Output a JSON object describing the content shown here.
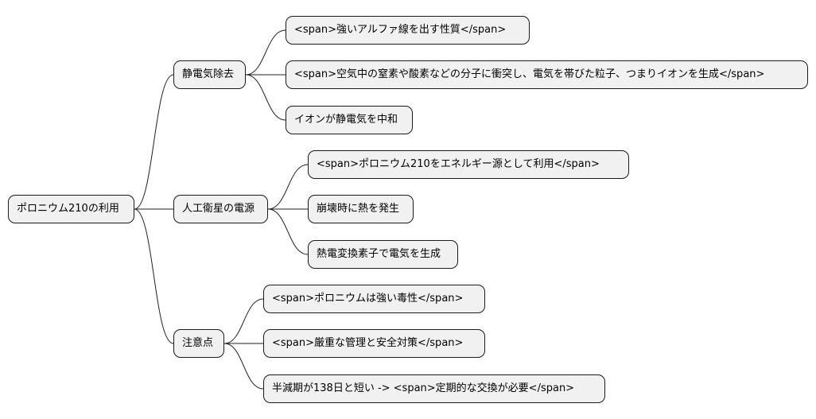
{
  "mindmap": {
    "root": "ポロニウム210の利用",
    "branches": [
      {
        "label": "静電気除去",
        "children": [
          "<span>強いアルファ線を出す性質</span>",
          "<span>空気中の窒素や酸素などの分子に衝突し、電気を帯びた粒子、つまりイオンを生成</span>",
          "イオンが静電気を中和"
        ]
      },
      {
        "label": "人工衛星の電源",
        "children": [
          "<span>ポロニウム210をエネルギー源として利用</span>",
          "崩壊時に熱を発生",
          "熱電変換素子で電気を生成"
        ]
      },
      {
        "label": "注意点",
        "children": [
          "<span>ポロニウムは強い毒性</span>",
          "<span>厳重な管理と安全対策</span>",
          "半減期が138日と短い -> <span>定期的な交換が必要</span>"
        ]
      }
    ]
  }
}
